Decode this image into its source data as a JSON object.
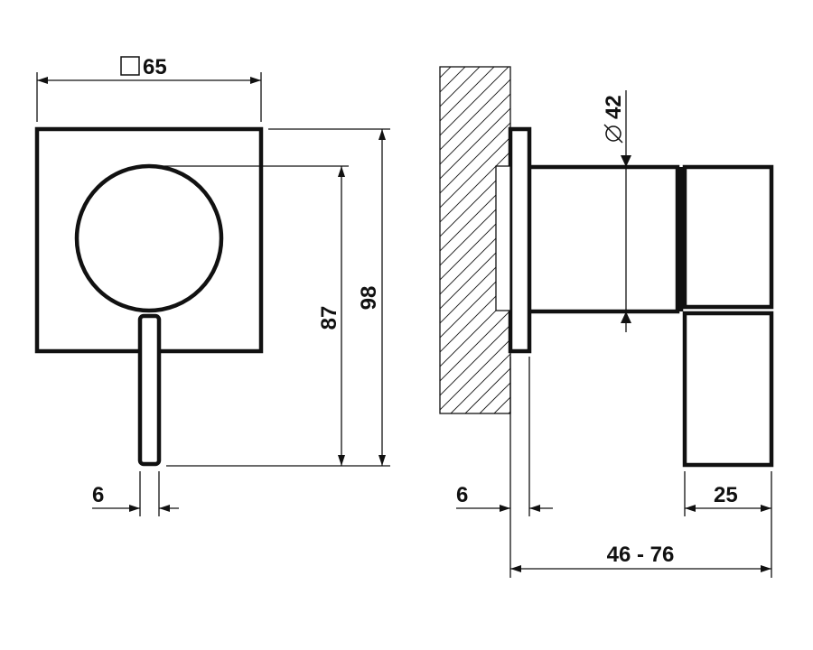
{
  "front_view": {
    "width_label": "65",
    "height_label": "98",
    "lever_height_label": "87",
    "lever_width_label": "6"
  },
  "side_view": {
    "diameter_label": "42",
    "plate_thickness_label": "6",
    "handle_width_label": "25",
    "depth_range_label": "46 - 76"
  }
}
